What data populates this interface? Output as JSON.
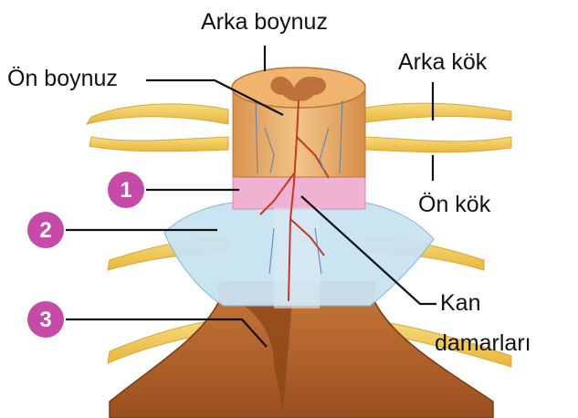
{
  "labels": {
    "dorsal_horn": "Arka boynuz",
    "ventral_horn": "Ön boynuz",
    "dorsal_root": "Arka kök",
    "ventral_root": "Ön kök",
    "blood_vessels_line1": "Kan",
    "blood_vessels_line2": "damarları"
  },
  "markers": [
    "1",
    "2",
    "3"
  ],
  "colors": {
    "marker": "#c64aa8",
    "nerve": "#f0c64a",
    "cord": "#e3a863",
    "gray_matter": "#b86a35",
    "pia_mater": "#efb2d3",
    "arachnoid": "#c9e3f2",
    "dura_mater": "#b9652a",
    "vessel": "#c23a22"
  }
}
